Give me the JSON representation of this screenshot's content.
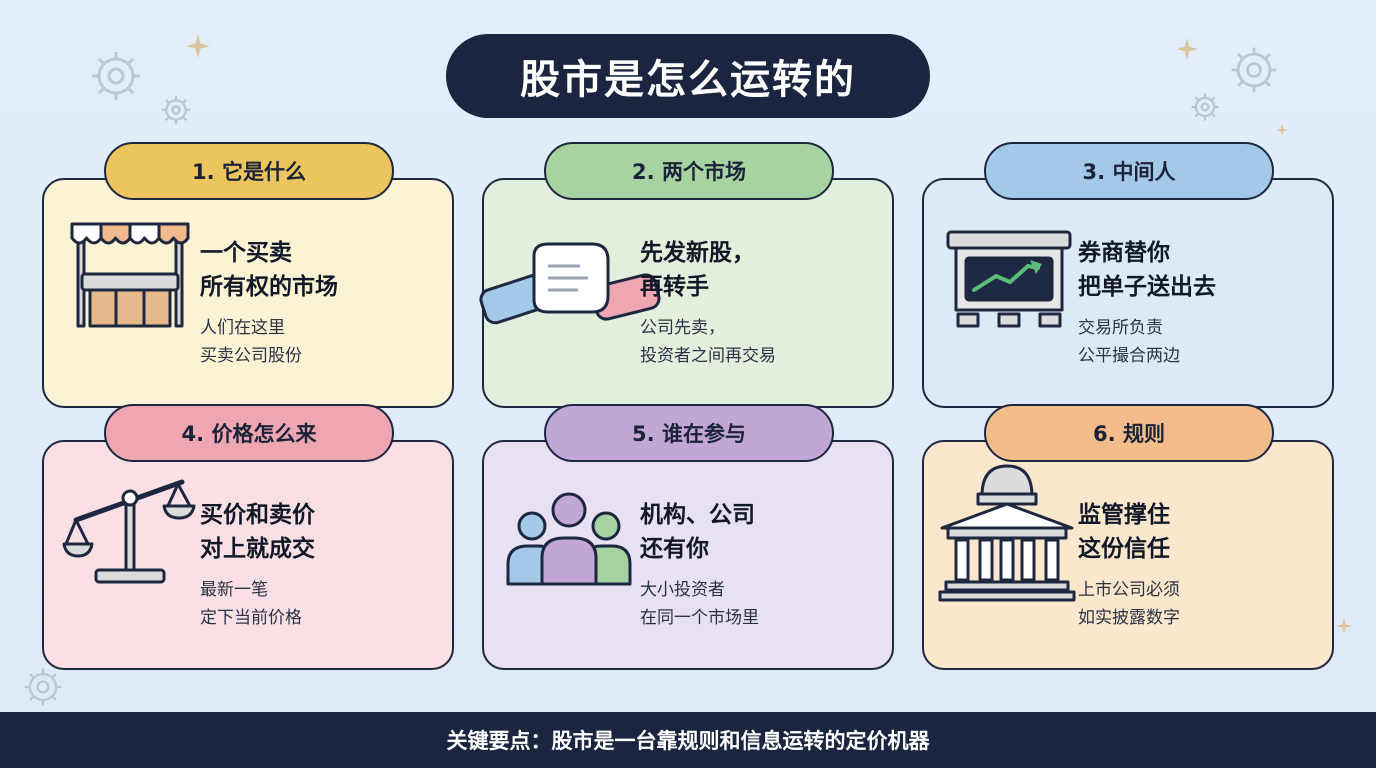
{
  "title": "股市是怎么运转的",
  "colors": {
    "navy": "#1b2540",
    "card1": "#fcf3d4",
    "tab1": "#ecc55e",
    "card2": "#e2efdc",
    "tab2": "#a6d3a0",
    "card3": "#dce9f6",
    "tab3": "#a4c8e8",
    "card4": "#fae0e4",
    "tab4": "#eda6b2",
    "card5": "#e8e0f3",
    "tab5": "#c2a7d6",
    "card6": "#fbe7cc",
    "tab6": "#f2bc8b"
  },
  "cards": [
    {
      "tab": "1. 它是什么",
      "heading_line1": "一个买卖",
      "heading_line2": "所有权的市场",
      "body_line1": "人们在这里",
      "body_line2": "买卖公司股份",
      "icon": "market-stall-icon"
    },
    {
      "tab": "2. 两个市场",
      "heading_line1": "先发新股，",
      "heading_line2": "再转手",
      "body_line1": "公司先卖，",
      "body_line2": "投资者之间再交易",
      "icon": "handshake-icon"
    },
    {
      "tab": "3. 中间人",
      "heading_line1": "券商替你",
      "heading_line2": "把单子送出去",
      "body_line1": "交易所负责",
      "body_line2": "公平撮合两边",
      "icon": "trading-monitor-icon"
    },
    {
      "tab": "4. 价格怎么来",
      "heading_line1": "买价和卖价",
      "heading_line2": "对上就成交",
      "body_line1": "最新一笔",
      "body_line2": "定下当前价格",
      "icon": "balance-scale-icon"
    },
    {
      "tab": "5. 谁在参与",
      "heading_line1": "机构、公司",
      "heading_line2": "还有你",
      "body_line1": "大小投资者",
      "body_line2": "在同一个市场里",
      "icon": "people-group-icon"
    },
    {
      "tab": "6. 规则",
      "heading_line1": "监管撑住",
      "heading_line2": "这份信任",
      "body_line1": "上市公司必须",
      "body_line2": "如实披露数字",
      "icon": "government-building-icon"
    }
  ],
  "footer": "关键要点：股市是一台靠规则和信息运转的定价机器"
}
